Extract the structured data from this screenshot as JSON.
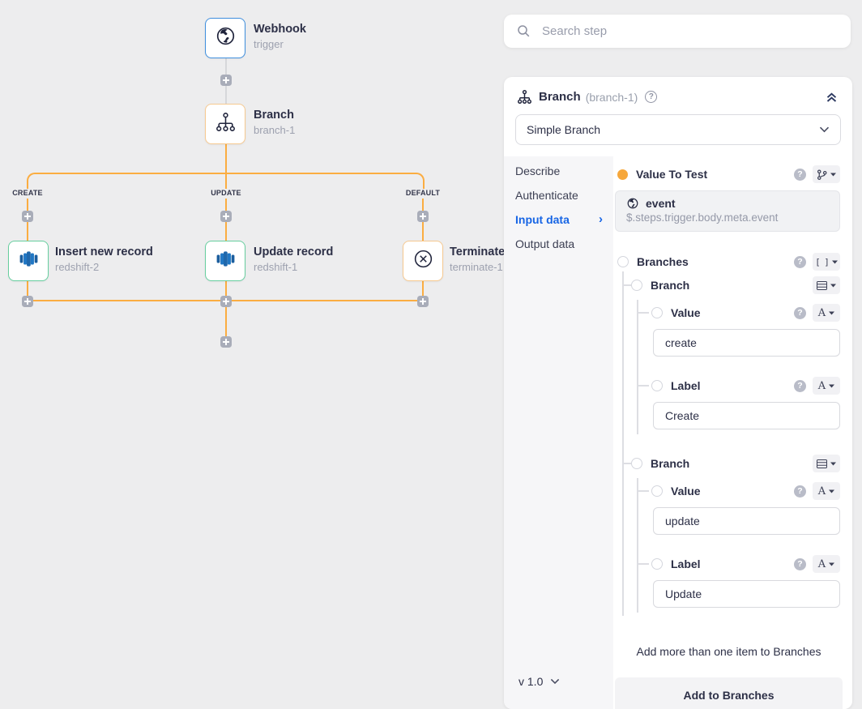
{
  "canvas": {
    "branch_labels": [
      "CREATE",
      "UPDATE",
      "DEFAULT"
    ],
    "nodes": {
      "webhook": {
        "title": "Webhook",
        "subtitle": "trigger",
        "icon": "globe-icon"
      },
      "branch": {
        "title": "Branch",
        "subtitle": "branch-1",
        "icon": "branch-icon"
      },
      "insert": {
        "title": "Insert new record",
        "subtitle": "redshift-2",
        "icon": "redshift-icon"
      },
      "update": {
        "title": "Update record",
        "subtitle": "redshift-1",
        "icon": "redshift-icon"
      },
      "terminate": {
        "title": "Terminate",
        "subtitle": "terminate-1",
        "icon": "terminate-icon"
      }
    },
    "colors": {
      "connector_orange": "#FBAD41",
      "connector_gray": "#D6D7DA",
      "trigger_border_blue": "#3E8EDD",
      "branch_border_orange": "#F6C990",
      "action_border_green": "#67CE9F",
      "plus_button_gray": "#A9ADB9"
    }
  },
  "panel": {
    "search": {
      "placeholder": "Search step",
      "icon": "search-icon"
    },
    "header": {
      "icon": "branch-icon",
      "title": "Branch",
      "id": "(branch-1)",
      "help_icon": "?",
      "collapse_icon": "double-chevron-up-icon"
    },
    "action_select": {
      "value": "Simple Branch",
      "icon": "chevron-down-icon"
    },
    "tabs": [
      {
        "label": "Describe",
        "active": false
      },
      {
        "label": "Authenticate",
        "active": false
      },
      {
        "label": "Input data",
        "active": true
      },
      {
        "label": "Output data",
        "active": false
      }
    ],
    "version": {
      "label": "v 1.0",
      "icon": "chevron-down-icon"
    },
    "accent_blue": "#1765E5",
    "input_data": {
      "value_to_test": {
        "label": "Value To Test",
        "required_dot_color": "#F6A73B",
        "type_icon": "git-branch-icon",
        "reference": {
          "icon": "globe-icon",
          "name": "event",
          "path": "$.steps.trigger.body.meta.event"
        }
      },
      "branches": {
        "label": "Branches",
        "type_icon": "array-icon",
        "type_text": "[ ]",
        "items": [
          {
            "label": "Branch",
            "type_icon": "table-icon",
            "fields": [
              {
                "name": "Value",
                "value": "create",
                "type_icon": "text-icon",
                "type_text": "A"
              },
              {
                "name": "Label",
                "value": "Create",
                "type_icon": "text-icon",
                "type_text": "A"
              }
            ]
          },
          {
            "label": "Branch",
            "type_icon": "table-icon",
            "fields": [
              {
                "name": "Value",
                "value": "update",
                "type_icon": "text-icon",
                "type_text": "A"
              },
              {
                "name": "Label",
                "value": "Update",
                "type_icon": "text-icon",
                "type_text": "A"
              }
            ]
          }
        ]
      },
      "add_hint": "Add more than one item to Branches",
      "add_button": "Add to Branches"
    }
  }
}
